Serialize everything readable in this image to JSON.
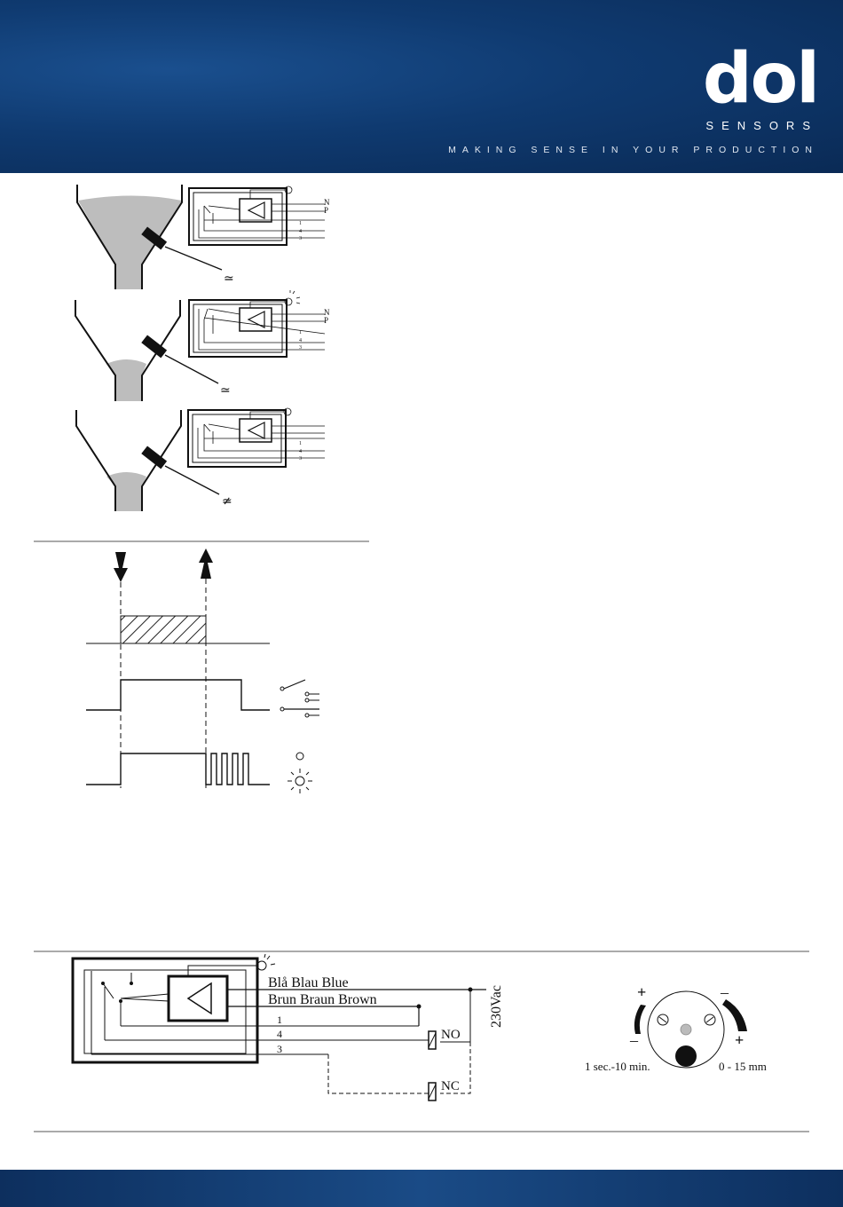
{
  "header": {
    "logo_text": "dol",
    "logo_subtitle": "SENSORS",
    "tagline": "MAKING SENSE IN YOUR PRODUCTION",
    "colors": {
      "band": "#0f3a70",
      "text": "#ffffff"
    }
  },
  "panels": {
    "terminal_labels": {
      "n": "N",
      "p": "P",
      "t1": "1",
      "t4": "4",
      "t3": "3"
    },
    "signal_symbol": "≃",
    "no_signal_symbol": "≄"
  },
  "wiring": {
    "wire_blue": "Blå  Blau  Blue",
    "wire_brown": "Brun  Braun  Brown",
    "wire_1": "1",
    "wire_4": "4",
    "wire_3": "3",
    "voltage": "230Vac",
    "relay_no": "NO",
    "relay_nc": "NC"
  },
  "adjust": {
    "time_range": "1  sec.-10 min.",
    "distance_range": "0 - 15 mm",
    "plus": "+",
    "minus": "–"
  }
}
